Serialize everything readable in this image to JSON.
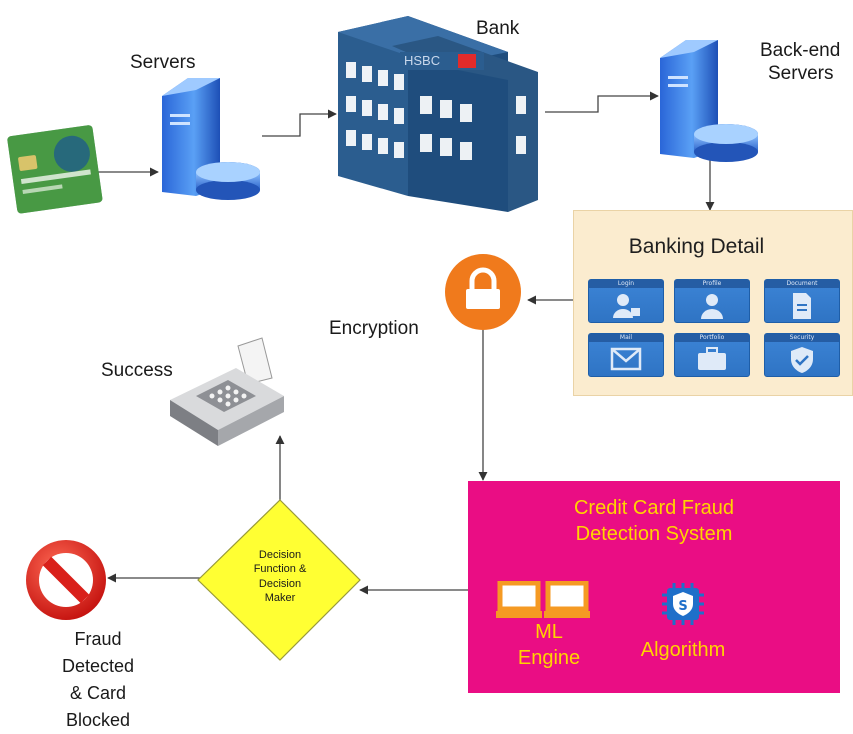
{
  "nodes": {
    "servers": "Servers",
    "bank": "Bank",
    "bank_sign": "HSBC",
    "backend_line1": "Back-end",
    "backend_line2": "Servers",
    "encryption": "Encryption",
    "success": "Success",
    "decision_line1": "Decision",
    "decision_line2": "Function &",
    "decision_line3": "Decision",
    "decision_line4": "Maker",
    "fraud_line1": "Fraud",
    "fraud_line2": "Detected",
    "fraud_line3": "& Card",
    "fraud_line4": "Blocked"
  },
  "banking_detail": {
    "title": "Banking Detail",
    "tiles": [
      "Login",
      "Profile",
      "Document",
      "Mail",
      "Portfolio",
      "Security"
    ]
  },
  "fraud_system": {
    "title_line1": "Credit Card Fraud",
    "title_line2": "Detection System",
    "ml_line1": "ML",
    "ml_line2": "Engine",
    "algorithm": "Algorithm"
  },
  "colors": {
    "fraud_box": "#ea0d84",
    "fraud_text": "#ffd400",
    "decision_diamond": "#ffff33",
    "encryption_circle": "#f07a1c",
    "panel": "#fbeccf",
    "tile": "#2f74c4",
    "bank": "#2b5d8f",
    "stop_sign": "#e3201b"
  }
}
